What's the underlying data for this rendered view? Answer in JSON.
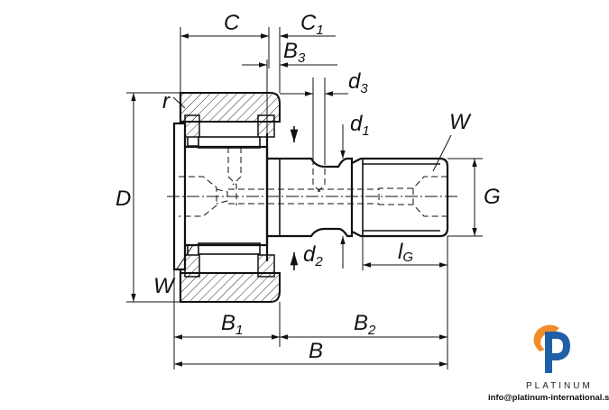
{
  "labels": {
    "C": "C",
    "C1_main": "C",
    "C1_sub": "1",
    "B3_main": "B",
    "B3_sub": "3",
    "d3_main": "d",
    "d3_sub": "3",
    "d1_main": "d",
    "d1_sub": "1",
    "d2_main": "d",
    "d2_sub": "2",
    "W_top": "W",
    "W_bottom": "W",
    "r": "r",
    "D": "D",
    "G": "G",
    "lG_main": "l",
    "lG_sub": "G",
    "B1_main": "B",
    "B1_sub": "1",
    "B2_main": "B",
    "B2_sub": "2",
    "B": "B"
  },
  "branding": {
    "name": "PLATINUM",
    "email": "info@platinum-international.store"
  },
  "colors": {
    "logo_blue": "#1f5fa8",
    "logo_orange": "#f28c28",
    "line": "#111111"
  }
}
